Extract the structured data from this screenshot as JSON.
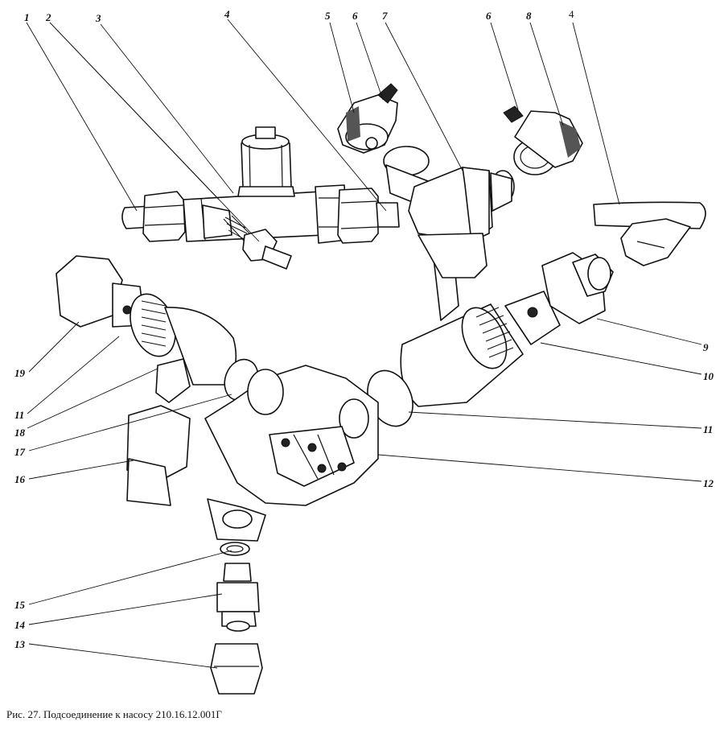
{
  "caption": "Рис. 27. Подсоединение к насосу 210.16.12.001Г",
  "labels": {
    "l1": "1",
    "l2": "2",
    "l3": "3",
    "l4a": "4",
    "l5": "5",
    "l6a": "6",
    "l7": "7",
    "l6b": "6",
    "l8": "8",
    "l4b": "4",
    "l9": "9",
    "l10": "10",
    "l11a": "11",
    "l12": "12",
    "l19": "19",
    "l11b": "11",
    "l18": "18",
    "l17": "17",
    "l16": "16",
    "l15": "15",
    "l14": "14",
    "l13": "13"
  }
}
